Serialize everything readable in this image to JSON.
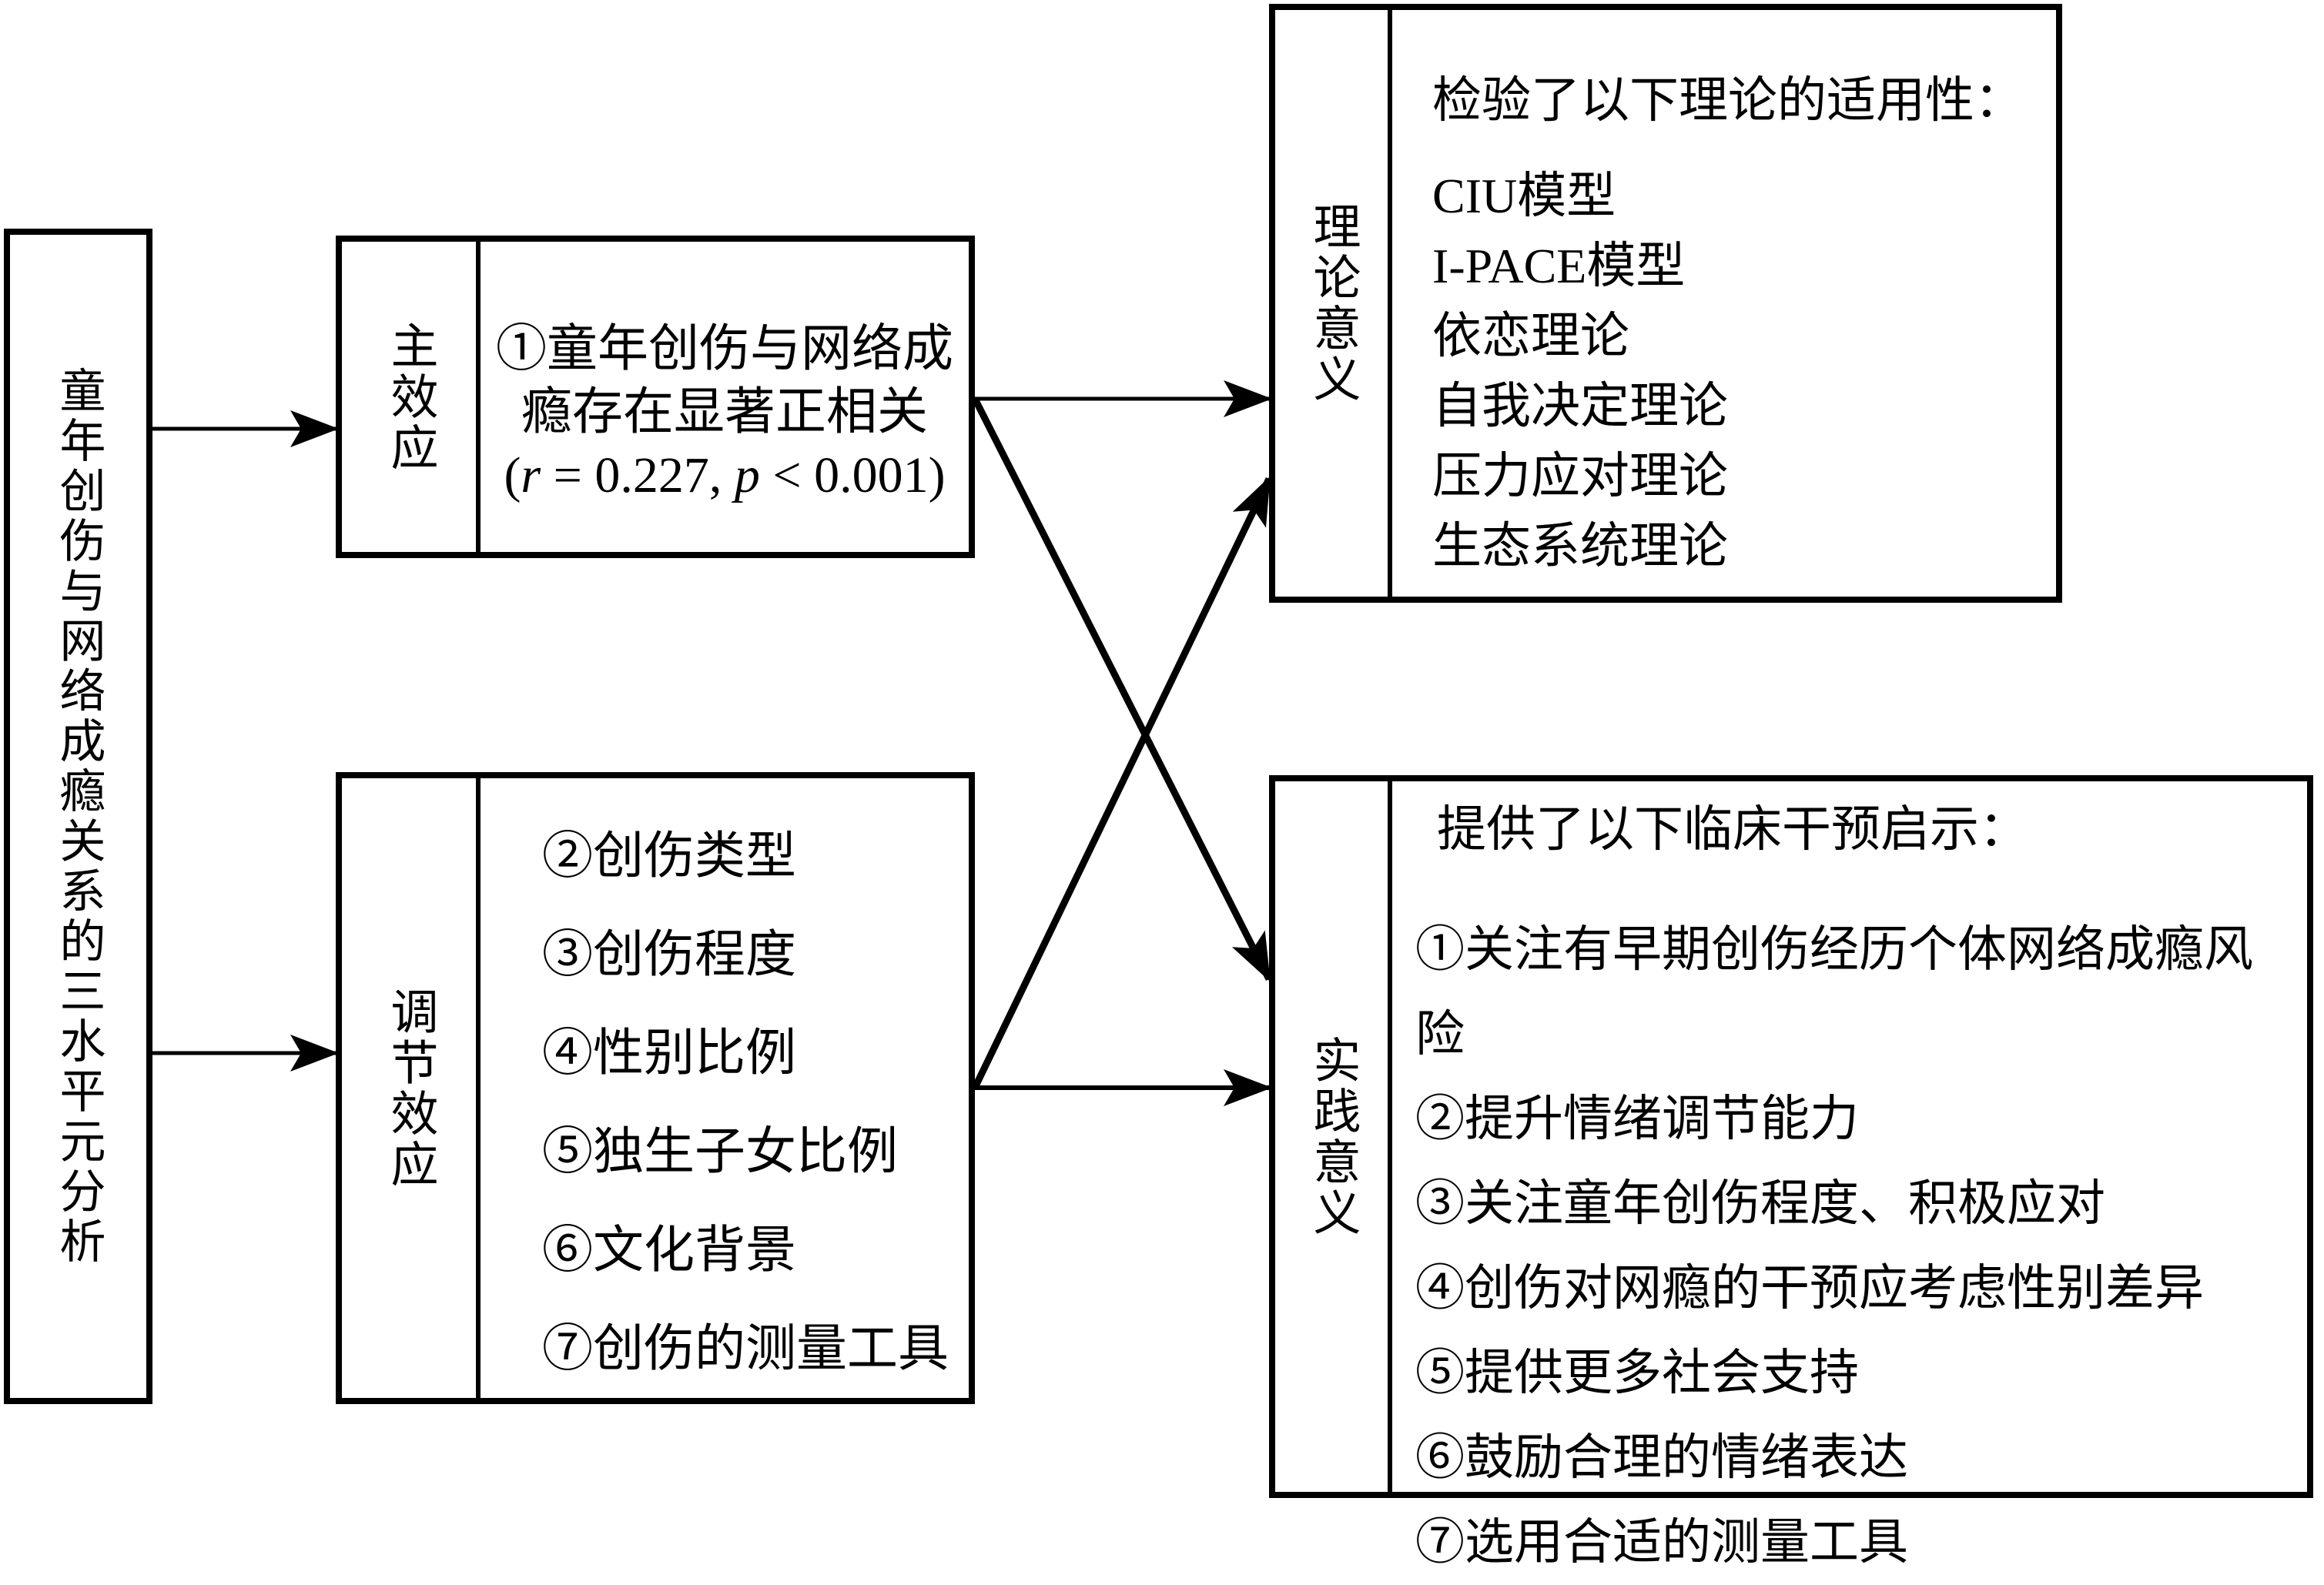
{
  "diagram": {
    "colors": {
      "ink": "#000000",
      "background": "#ffffff"
    },
    "source": {
      "label": "童年创伤与网络成瘾关系的三水平元分析"
    },
    "main_effect": {
      "label": "主效应",
      "line1": "①童年创伤与网络成",
      "line2": "瘾存在显著正相关",
      "stats": {
        "open": "(",
        "r": "r",
        "mid": " = 0.227, ",
        "p": "p",
        "close": " < 0.001)"
      }
    },
    "moderation": {
      "label": "调节效应",
      "items": [
        "②创伤类型",
        "③创伤程度",
        "④性别比例",
        "⑤独生子女比例",
        "⑥文化背景",
        "⑦创伤的测量工具"
      ]
    },
    "theory": {
      "label": "理论意义",
      "header": "检验了以下理论的适用性：",
      "items": [
        "CIU模型",
        "I-PACE模型",
        "依恋理论",
        "自我决定理论",
        "压力应对理论",
        "生态系统理论"
      ]
    },
    "practice": {
      "label": "实践意义",
      "header": "提供了以下临床干预启示：",
      "items": [
        "①关注有早期创伤经历个体网络成瘾风险",
        "②提升情绪调节能力",
        "③关注童年创伤程度、积极应对",
        "④创伤对网瘾的干预应考虑性别差异",
        "⑤提供更多社会支持",
        "⑥鼓励合理的情绪表达",
        "⑦选用合适的测量工具"
      ]
    }
  }
}
